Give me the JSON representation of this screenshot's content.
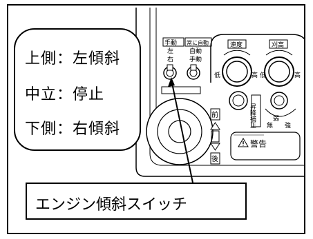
{
  "callout": {
    "line1": "上側：左傾斜",
    "line2": "中立：停止",
    "line3": "下側：右傾斜"
  },
  "label": "エンジン傾斜スイッチ",
  "panel": {
    "switch_top_left": "手動",
    "switch_top_right": "常に自動",
    "switch_mid_left": "左",
    "switch_mid_right": "自動",
    "switch_bot_left": "右",
    "switch_bot_right": "手動",
    "dial1_label": "速度",
    "dial1_low": "低",
    "dial1_high": "高",
    "dial2_label": "刈高",
    "dial2_low": "低",
    "dial2_high": "高",
    "side_label": "昇降補正",
    "knob_strong": "強",
    "knob_weak": "弱",
    "knob_none": "無",
    "forward": "前",
    "backward": "後",
    "warning": "警告",
    "warning_icon": "warning-triangle-icon"
  }
}
